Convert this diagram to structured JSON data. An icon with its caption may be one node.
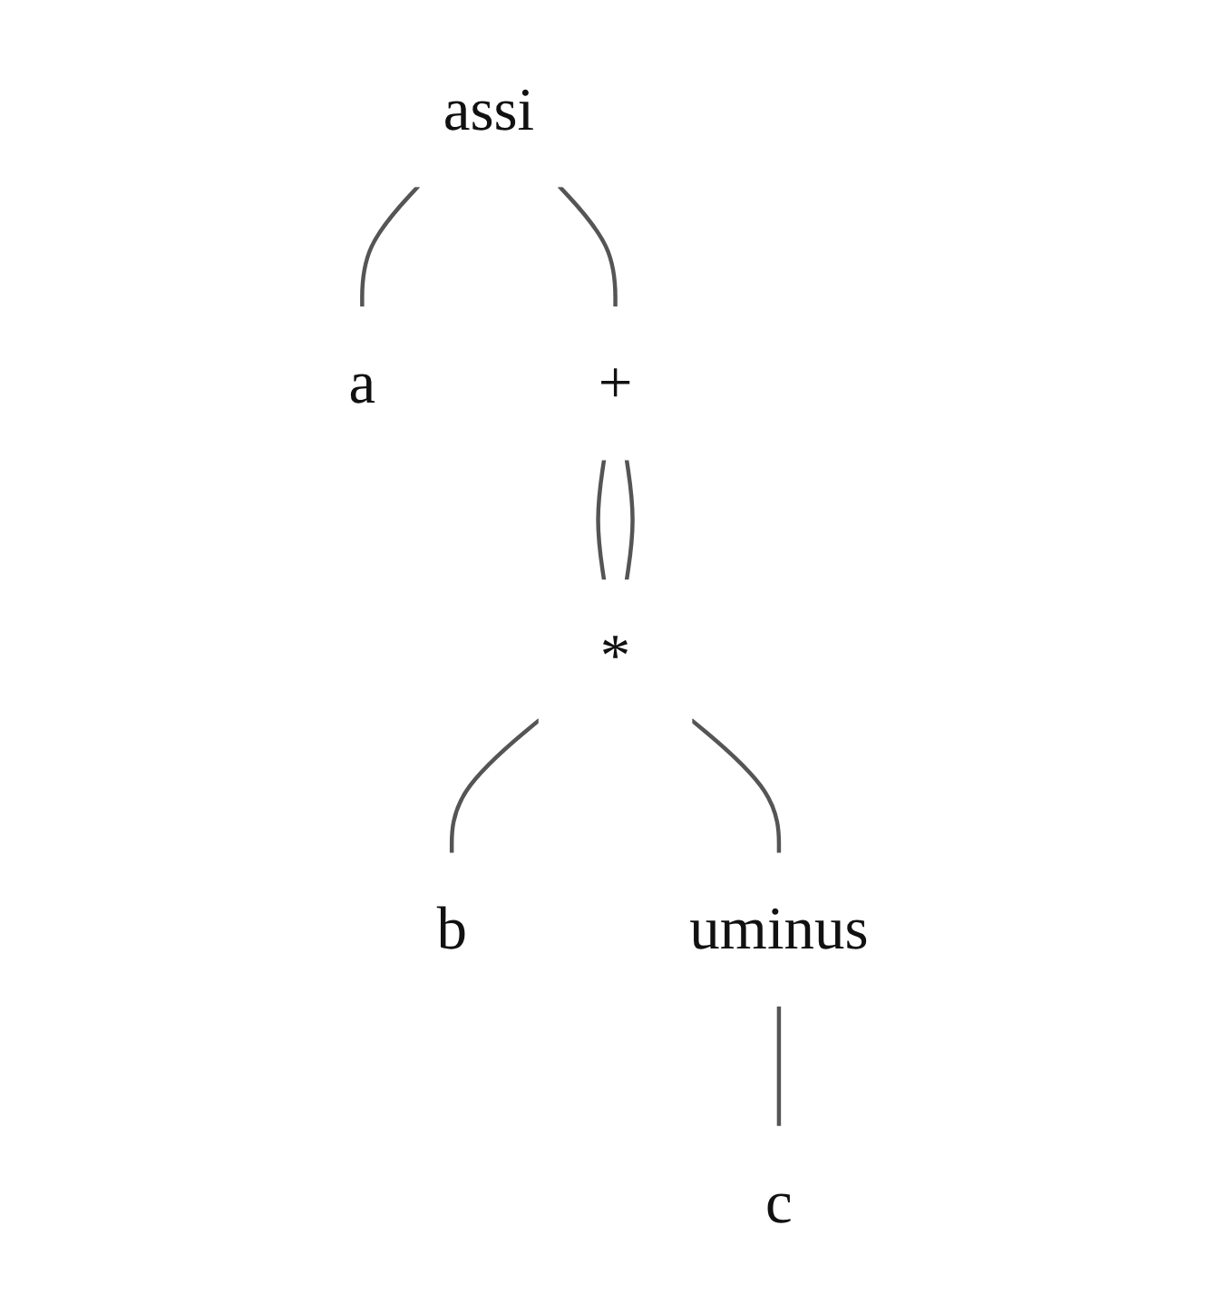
{
  "diagram": {
    "nodes": [
      {
        "text": [
          "assi"
        ]
      },
      {
        "text": [
          "a"
        ]
      },
      {
        "text": [
          "+"
        ]
      },
      {
        "text": [
          "*"
        ]
      },
      {
        "text": [
          "b"
        ]
      },
      {
        "text": [
          "uminus"
        ]
      },
      {
        "text": [
          "c"
        ]
      }
    ],
    "edges": [
      {
        "from": 0,
        "to": 1,
        "arrow": "none"
      },
      {
        "from": 0,
        "to": 2,
        "arrow": "none"
      },
      {
        "from": 2,
        "to": 3,
        "arrow": "none"
      },
      {
        "from": 2,
        "to": 3,
        "arrow": "none"
      },
      {
        "from": 3,
        "to": 4,
        "arrow": "none"
      },
      {
        "from": 3,
        "to": 5,
        "arrow": "none"
      },
      {
        "from": 5,
        "to": 6,
        "arrow": "none"
      }
    ]
  }
}
